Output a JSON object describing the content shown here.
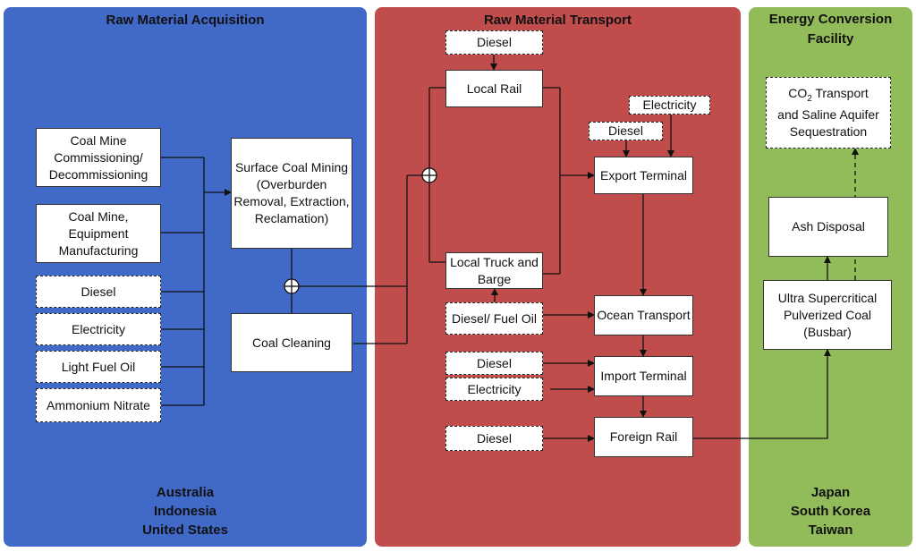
{
  "panels": {
    "acquisition": {
      "title": "Raw Material Acquisition",
      "regions": [
        "Australia",
        "Indonesia",
        "United States"
      ],
      "color": "#4169C8"
    },
    "transport": {
      "title": "Raw Material Transport",
      "color": "#C04C4C"
    },
    "conversion": {
      "title_line1": "Energy Conversion",
      "title_line2": "Facility",
      "regions": [
        "Japan",
        "South Korea",
        "Taiwan"
      ],
      "color": "#92BB5A"
    }
  },
  "nodes": {
    "mine_commissioning": "Coal Mine Commissioning/ Decommissioning",
    "mine_equipment": "Coal Mine, Equipment Manufacturing",
    "acq_diesel": "Diesel",
    "acq_electricity": "Electricity",
    "light_fuel_oil": "Light Fuel Oil",
    "ammonium_nitrate": "Ammonium Nitrate",
    "surface_mining": "Surface Coal Mining (Overburden Removal, Extraction, Reclamation)",
    "coal_cleaning": "Coal Cleaning",
    "rail_diesel": "Diesel",
    "local_rail": "Local Rail",
    "local_truck_barge": "Local Truck and Barge",
    "diesel_fuel_oil": "Diesel/ Fuel Oil",
    "export_electricity": "Electricity",
    "export_diesel": "Diesel",
    "export_terminal": "Export Terminal",
    "ocean_transport": "Ocean Transport",
    "import_diesel": "Diesel",
    "import_electricity": "Electricity",
    "import_terminal": "Import Terminal",
    "foreign_rail_diesel": "Diesel",
    "foreign_rail": "Foreign Rail",
    "co2_prefix": "CO",
    "co2_sub": "2",
    "co2_line1_rest": " Transport",
    "co2_rest": "and Saline Aquifer Sequestration",
    "ash_disposal": "Ash Disposal",
    "usc_pc": "Ultra Supercritical Pulverized Coal (Busbar)"
  }
}
